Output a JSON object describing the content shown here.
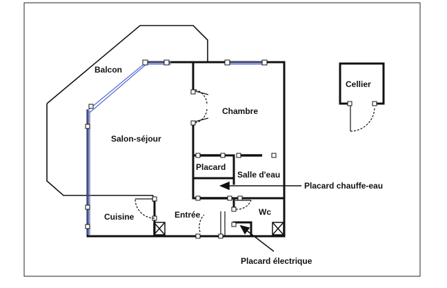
{
  "plan": {
    "rooms": {
      "balcon": "Balcon",
      "chambre": "Chambre",
      "salon": "Salon-séjour",
      "placard": "Placard",
      "salle_eau": "Salle d'eau",
      "cuisine": "Cuisine",
      "entree": "Entrée",
      "wc": "Wc",
      "cellier": "Cellier"
    },
    "callouts": {
      "placard_chauffe_eau": "Placard chauffe-eau",
      "placard_electrique": "Placard électrique"
    },
    "colors": {
      "wall": "#111111",
      "window": "#5b6fd6",
      "background": "#ffffff"
    }
  }
}
